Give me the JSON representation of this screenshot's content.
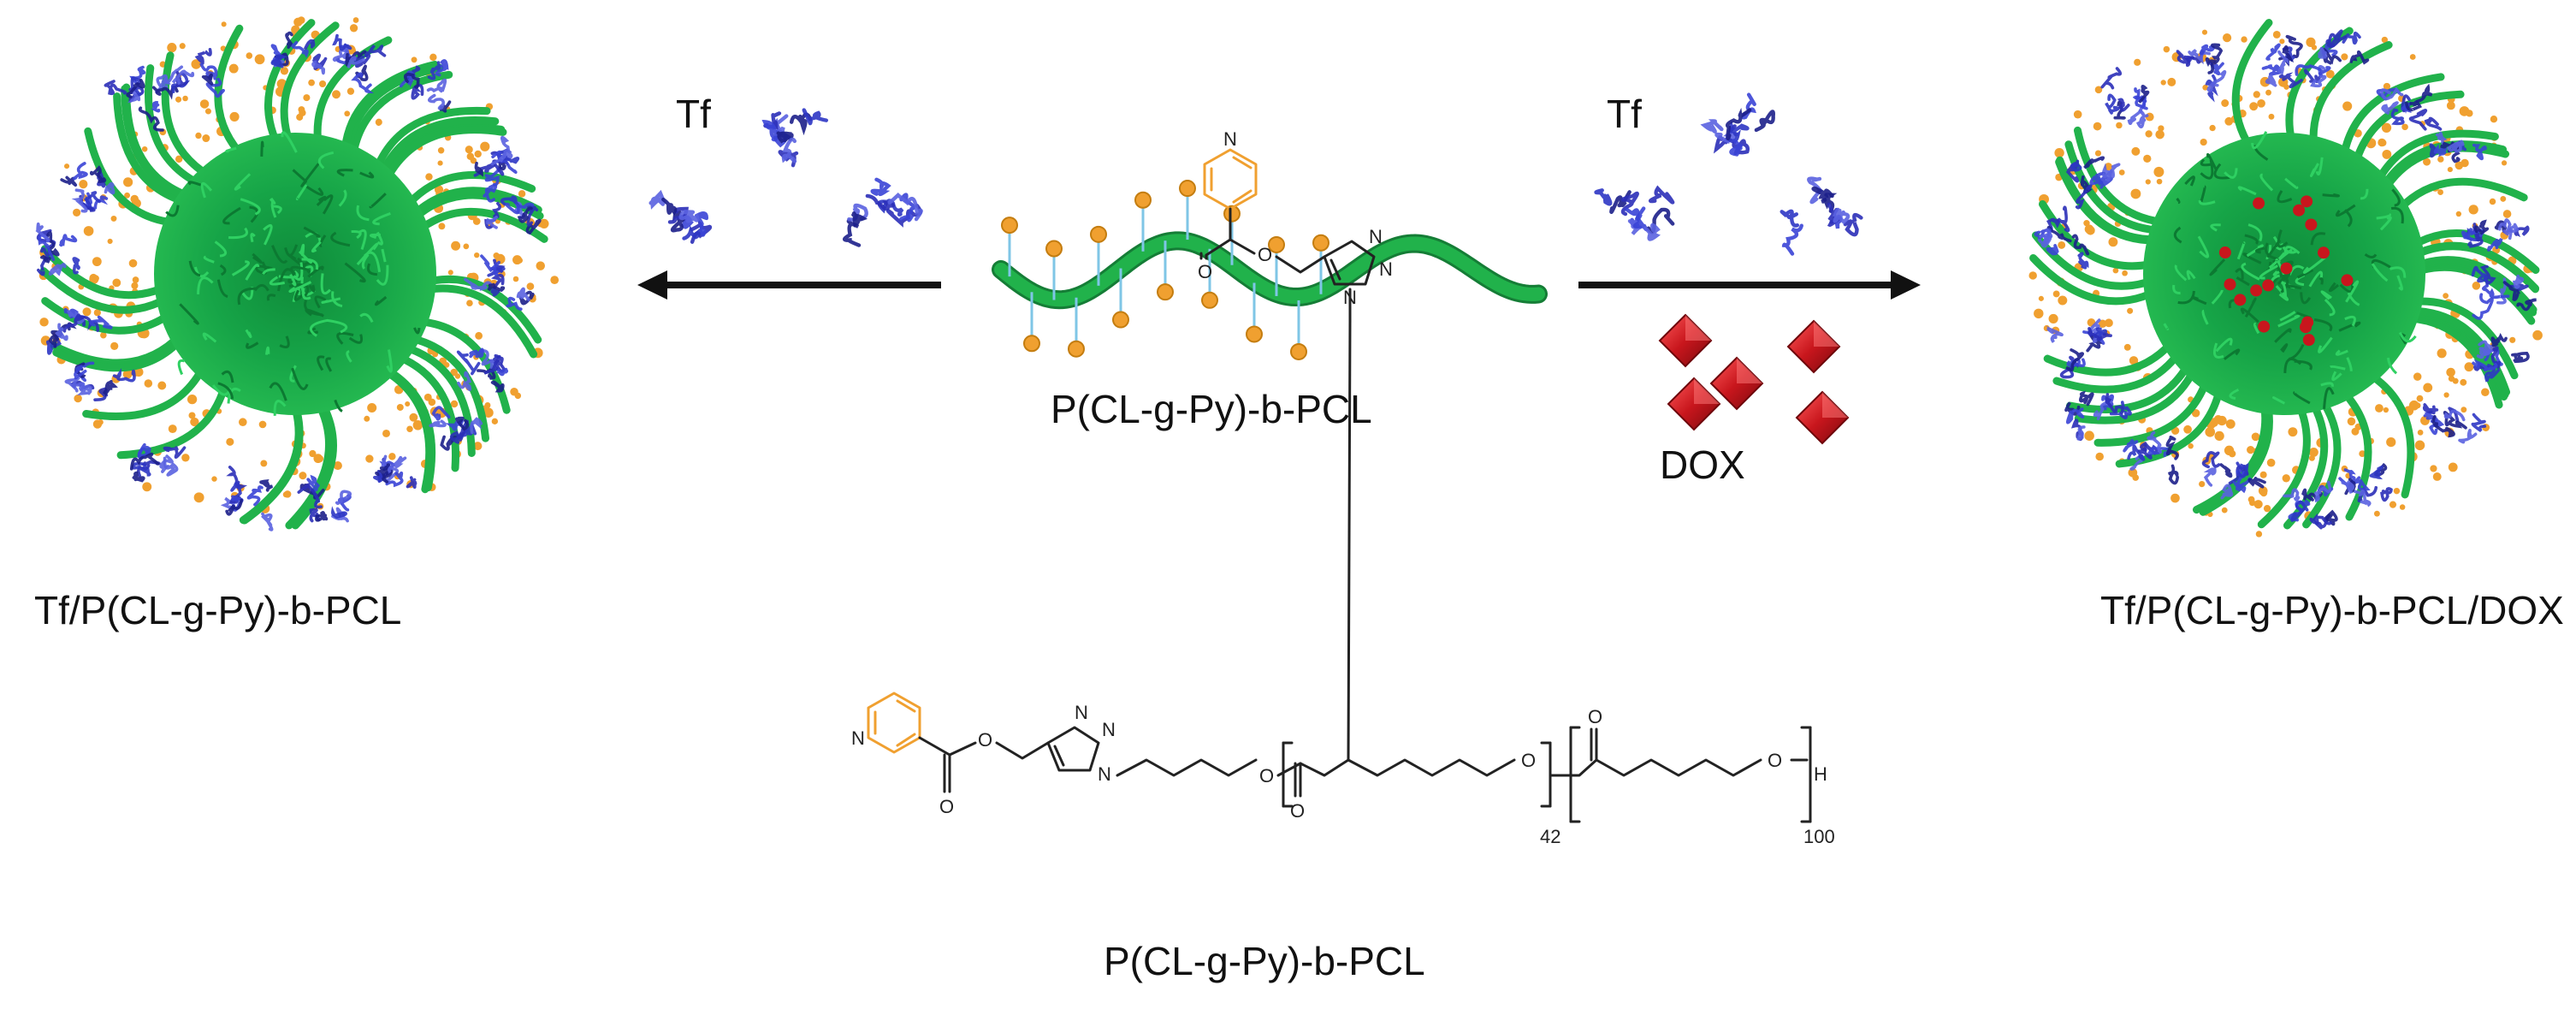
{
  "labels": {
    "tf_left": "Tf",
    "tf_right": "Tf",
    "polymer_center": "P(CL-g-Py)-b-PCL",
    "dox": "DOX",
    "micelle_left": "Tf/P(CL-g-Py)-b-PCL",
    "micelle_right": "Tf/P(CL-g-Py)-b-PCL/DOX",
    "polymer_bottom": "P(CL-g-Py)-b-PCL"
  },
  "chemistry": {
    "atoms": {
      "oxygen": "O",
      "nitrogen": "N",
      "hydrogen": "H"
    },
    "repeat_counts": {
      "grafted_block": "42",
      "pcl_block": "100"
    }
  },
  "colors": {
    "polymer_green": "#21b24b",
    "pyridine_orange": "#f0a030",
    "protein_blue": "#2b2fb8",
    "dox_red": "#c8161d",
    "arrow": "#111111"
  },
  "icons": {
    "micelle": "polymer-micelle-sphere",
    "protein": "transferrin-protein-ribbon",
    "drug": "dox-crystal"
  }
}
